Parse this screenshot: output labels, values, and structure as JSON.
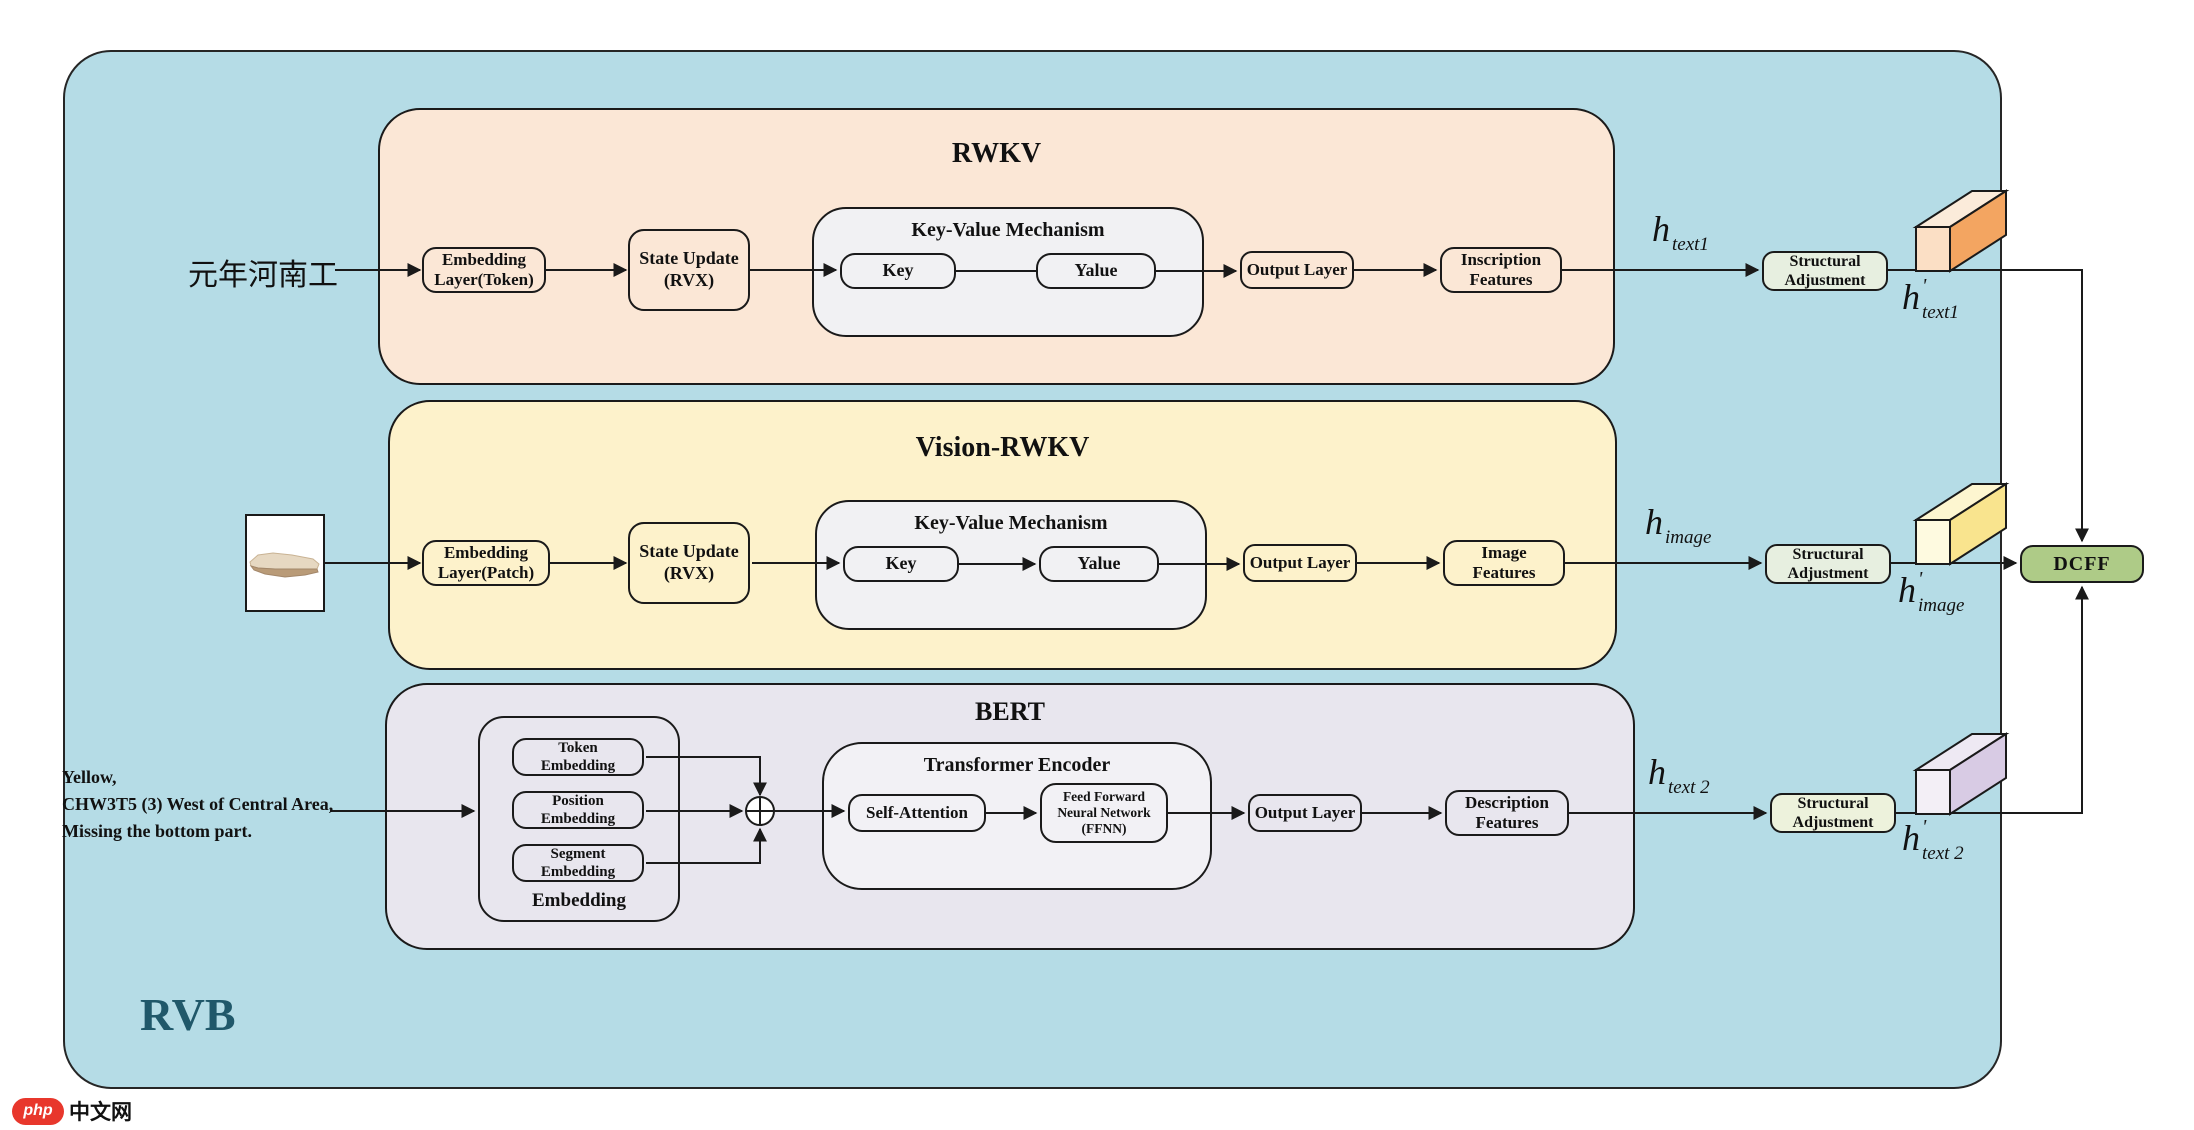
{
  "container_label": "RVB",
  "palette": {
    "container_blue": "#B5DCE6",
    "rwkv_panel": "#FBE7D6",
    "vision_panel": "#FDF2CB",
    "bert_panel": "#E8E6EE",
    "inner_gray": "#F1F1F3",
    "struct_adjust_green": "#E7EFE0",
    "struct_adjust_yellow": "#EDF2DC",
    "dcff_green": "#AECB87",
    "cuboid_orange": "#F3A561",
    "cuboid_yellow": "#F9E48E",
    "cuboid_purple": "#D8CBE4",
    "rvb_text": "#20586A",
    "logo_red": "#E8372C"
  },
  "rwkv": {
    "title": "RWKV",
    "input_text": "元年河南工",
    "embedding": "Embedding\nLayer(Token)",
    "state_update": "State Update\n(RVX)",
    "kv_title": "Key-Value Mechanism",
    "key": "Key",
    "value": "Yalue",
    "output_layer": "Output Layer",
    "features": "Inscription\nFeatures",
    "struct_adjust": "Structural\nAdjustment"
  },
  "vision_rwkv": {
    "title": "Vision-RWKV",
    "input_image": "oracle-bone-fragment",
    "embedding": "Embedding\nLayer(Patch)",
    "state_update": "State Update\n(RVX)",
    "kv_title": "Key-Value Mechanism",
    "key": "Key",
    "value": "Yalue",
    "output_layer": "Output Layer",
    "features": "Image\nFeatures",
    "struct_adjust": "Structural\nAdjustment"
  },
  "bert": {
    "title": "BERT",
    "input_text": "Yellow,\nCHW3T5 (3) West of Central Area,\n Missing the bottom part.",
    "embedding_group_title": "Embedding",
    "token_embedding": "Token\nEmbedding",
    "position_embedding": "Position\nEmbedding",
    "segment_embedding": "Segment\nEmbedding",
    "transformer_title": "Transformer Encoder",
    "self_attention": "Self-Attention",
    "ffnn": "Feed Forward\nNeural Network\n(FFNN)",
    "output_layer": "Output Layer",
    "features": "Description\nFeatures",
    "struct_adjust": "Structural\nAdjustment"
  },
  "fusion": {
    "dcff": "DCFF"
  },
  "h_labels": {
    "text1": {
      "base": "h",
      "prime": "",
      "sub": "text1"
    },
    "text1p": {
      "base": "h",
      "prime": "'",
      "sub": "text1"
    },
    "image": {
      "base": "h",
      "prime": "",
      "sub": "image"
    },
    "imagep": {
      "base": "h",
      "prime": "'",
      "sub": "image"
    },
    "text2": {
      "base": "h",
      "prime": "",
      "sub": "text 2"
    },
    "text2p": {
      "base": "h",
      "prime": "'",
      "sub": "text 2"
    }
  },
  "watermark": {
    "badge": "php",
    "text": "中文网"
  }
}
